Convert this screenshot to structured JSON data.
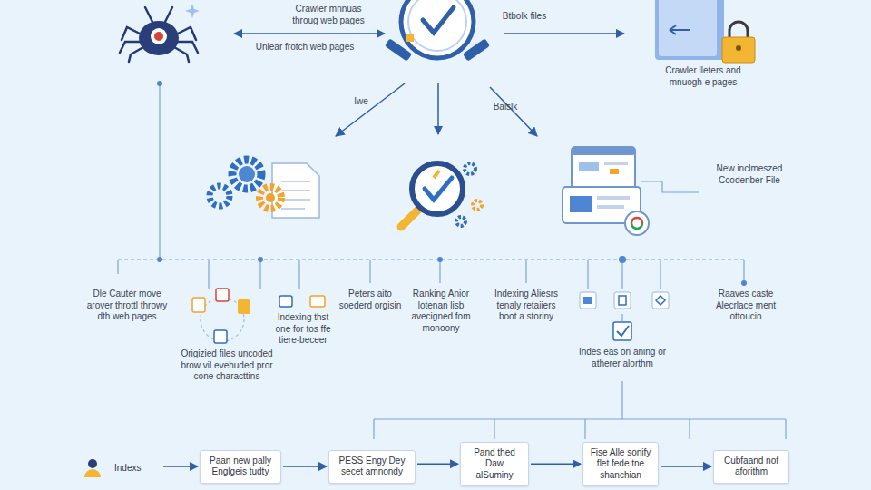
{
  "diagram": {
    "nodes": [
      {
        "text": [
          "Indexs"
        ]
      },
      {
        "text": [
          "Paan new pally Englgeis tudty"
        ]
      },
      {
        "text": [
          "PESS Engy Dey secet amnondy"
        ]
      },
      {
        "text": [
          "Pand thed Daw alSuminy"
        ]
      },
      {
        "text": [
          "Fise Alle sonify flet fede tne shanchian"
        ]
      },
      {
        "text": [
          "Cubfaand nof aforithm"
        ]
      }
    ],
    "edges": [
      {
        "from": 0,
        "to": 1,
        "arrow": "to"
      },
      {
        "from": 1,
        "to": 2,
        "arrow": "to"
      },
      {
        "from": 2,
        "to": 3,
        "arrow": "to"
      },
      {
        "from": 3,
        "to": 4,
        "arrow": "to"
      },
      {
        "from": 4,
        "to": 5,
        "arrow": "to"
      }
    ],
    "labels": [
      "Crawler mnnuas throug web pages",
      "Unlear frotch web pages",
      "Btbolk files",
      "Crawler lleters and mnuogh e pages",
      "Iwe",
      "Balslk",
      "New inclmeszed Ccodenber File",
      "Dle Cauter move arover throttl throwy dth web pages",
      "Origizied files uncoded brow vil evehuded pror cone characttins",
      "Indexing thst one for tos ffe tiere-beceer",
      "Peters aito soederd orgisin",
      "Ranking Anior lotenan lisb avecigned fom monoony",
      "Indexing Aliesrs tenaly retaiiers boot a storiny",
      "Indes eas on aning or atherer alorthm",
      "Raaves caste Alecrlace ment ottoucin"
    ]
  }
}
